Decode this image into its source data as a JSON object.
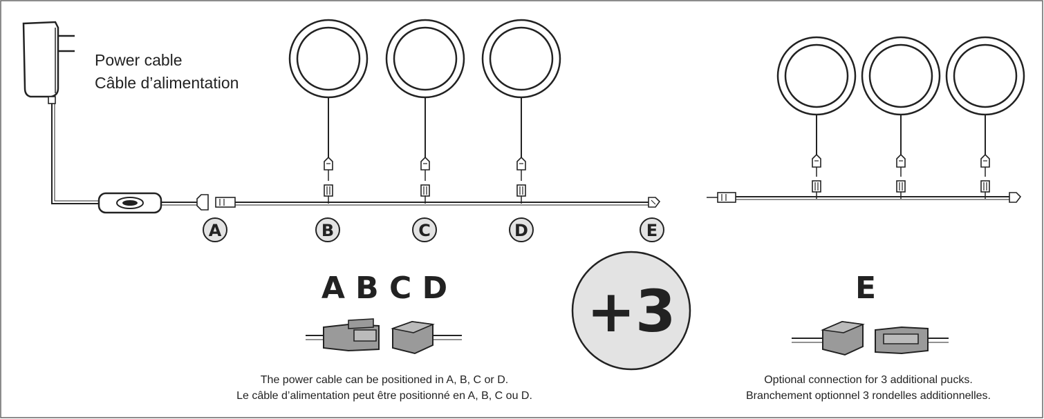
{
  "power_label": {
    "en": "Power cable",
    "fr": "Câble d’alimentation"
  },
  "positions": [
    "A",
    "B",
    "C",
    "D",
    "E"
  ],
  "group_left": {
    "heading": "A B C D",
    "caption_en": "The power cable can be positioned in A, B, C or D.",
    "caption_fr": "Le câble d’alimentation peut être positionné en A, B, C ou D."
  },
  "plus_badge": "+3",
  "group_right": {
    "heading": "E",
    "caption_en": "Optional connection for 3 additional pucks.",
    "caption_fr": "Branchement optionnel 3 rondelles additionnelles."
  },
  "colors": {
    "line": "#333333",
    "badge_fill": "#e3e3e3",
    "connector_fill": "#9a9a9a",
    "border": "#666666"
  }
}
